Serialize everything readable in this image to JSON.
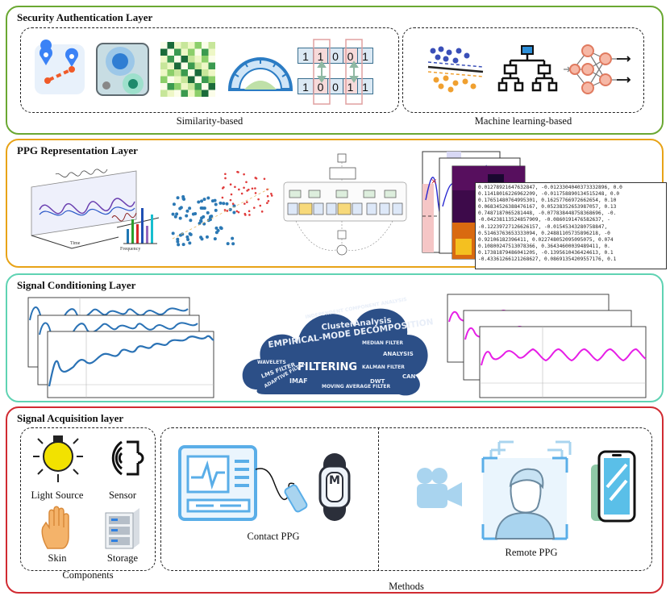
{
  "layers": {
    "security": {
      "title": "Security Authentication Layer",
      "similarity_caption": "Similarity-based",
      "ml_caption": "Machine learning-based",
      "bit_row_top": [
        "1",
        "1",
        "0",
        "0",
        "1"
      ],
      "bit_row_bottom": [
        "1",
        "0",
        "0",
        "1",
        "1"
      ],
      "border_color": "#6aa832"
    },
    "representation": {
      "title": "PPG Representation Layer",
      "axis_time": "Time",
      "axis_frequency": "Frequency",
      "border_color": "#e8a317",
      "matrix_lines": [
        "0.01278921647632847, -0.0123304040373332896, 0.0",
        "0.11418016226962209, -0.011758890134515248, 0.0",
        "0.17651480764995301, 0.16257766972662654, 0.10",
        "0.06834526388476167, 0.05238352653987057, 0.13",
        "0.7487187065281448, -0.077838448758368696, -0.",
        "-0.04238113524857909, -0.0860191476582637, -",
        "-0.12239727126626157, -0.01545343280758847,",
        "0.51463763653333094, 0.24881105735896218, -0",
        "0.92106182396411, 0.022748052095095075, 0.074",
        "0.10800247513078366, 0.36434600039489411, 0.",
        "0.1738187948604120S, -0.1395610436424613, 0.1",
        "-0.43361266121268627, 0.08691354209557176, 0.1"
      ]
    },
    "conditioning": {
      "title": "Signal Conditioning Layer",
      "border_color": "#5fd3b3",
      "cloud_words": [
        "EMPIRICAL-MODE DECOMPOSITION",
        "FILTERING",
        "ClusterAnalysis",
        "MEDIAN FILTER",
        "LMS FILTER",
        "IMAF",
        "MOVING AVERAGE FILTER",
        "KALMAN FILTER",
        "INDEPENDENT COMPONENT ANALYSIS",
        "WAVELETS",
        "ADAPTIVE FILTER",
        "ANALYSIS",
        "DWT",
        "CAN"
      ]
    },
    "acquisition": {
      "title": "Signal Acquisition layer",
      "border_color": "#d12b32",
      "components_caption": "Components",
      "methods_caption": "Methods",
      "light_source": "Light Source",
      "sensor": "Sensor",
      "skin": "Skin",
      "storage": "Storage",
      "contact_ppg": "Contact PPG",
      "remote_ppg": "Remote PPG",
      "band_letter": "M"
    }
  }
}
